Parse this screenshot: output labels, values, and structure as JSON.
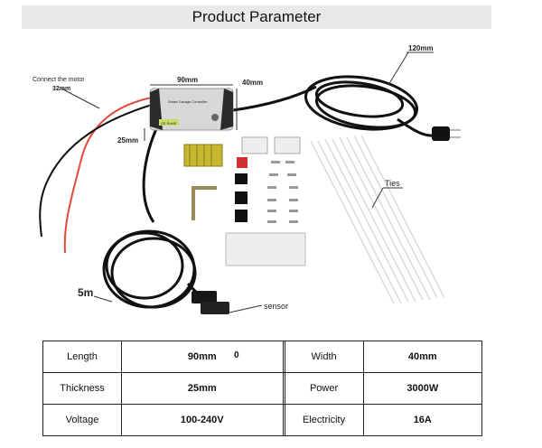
{
  "header": {
    "title": "Product Parameter"
  },
  "diagram": {
    "motor_label": "Connect the motor",
    "motor_dim": "32mm",
    "width_dim": "90mm",
    "depth_dim": "40mm",
    "height_dim": "25mm",
    "cord_length": "120mm",
    "cable_length": "5m",
    "sensor_label": "sensor",
    "ties_label": "Ties",
    "device_text": "Smart Garage Controller",
    "cert_mark": "CE RoHS"
  },
  "params": {
    "stray_mark": "0",
    "rows": [
      {
        "label_a": "Length",
        "value_a": "90mm",
        "label_b": "Width",
        "value_b": "40mm"
      },
      {
        "label_a": "Thickness",
        "value_a": "25mm",
        "label_b": "Power",
        "value_b": "3000W"
      },
      {
        "label_a": "Voltage",
        "value_a": "100-240V",
        "label_b": "Electricity",
        "value_b": "16A"
      }
    ]
  },
  "colors": {
    "cable": "#111111",
    "wire_red": "#e04a3a",
    "device": "#d8d8d8",
    "tab": "#2a2a2a"
  }
}
